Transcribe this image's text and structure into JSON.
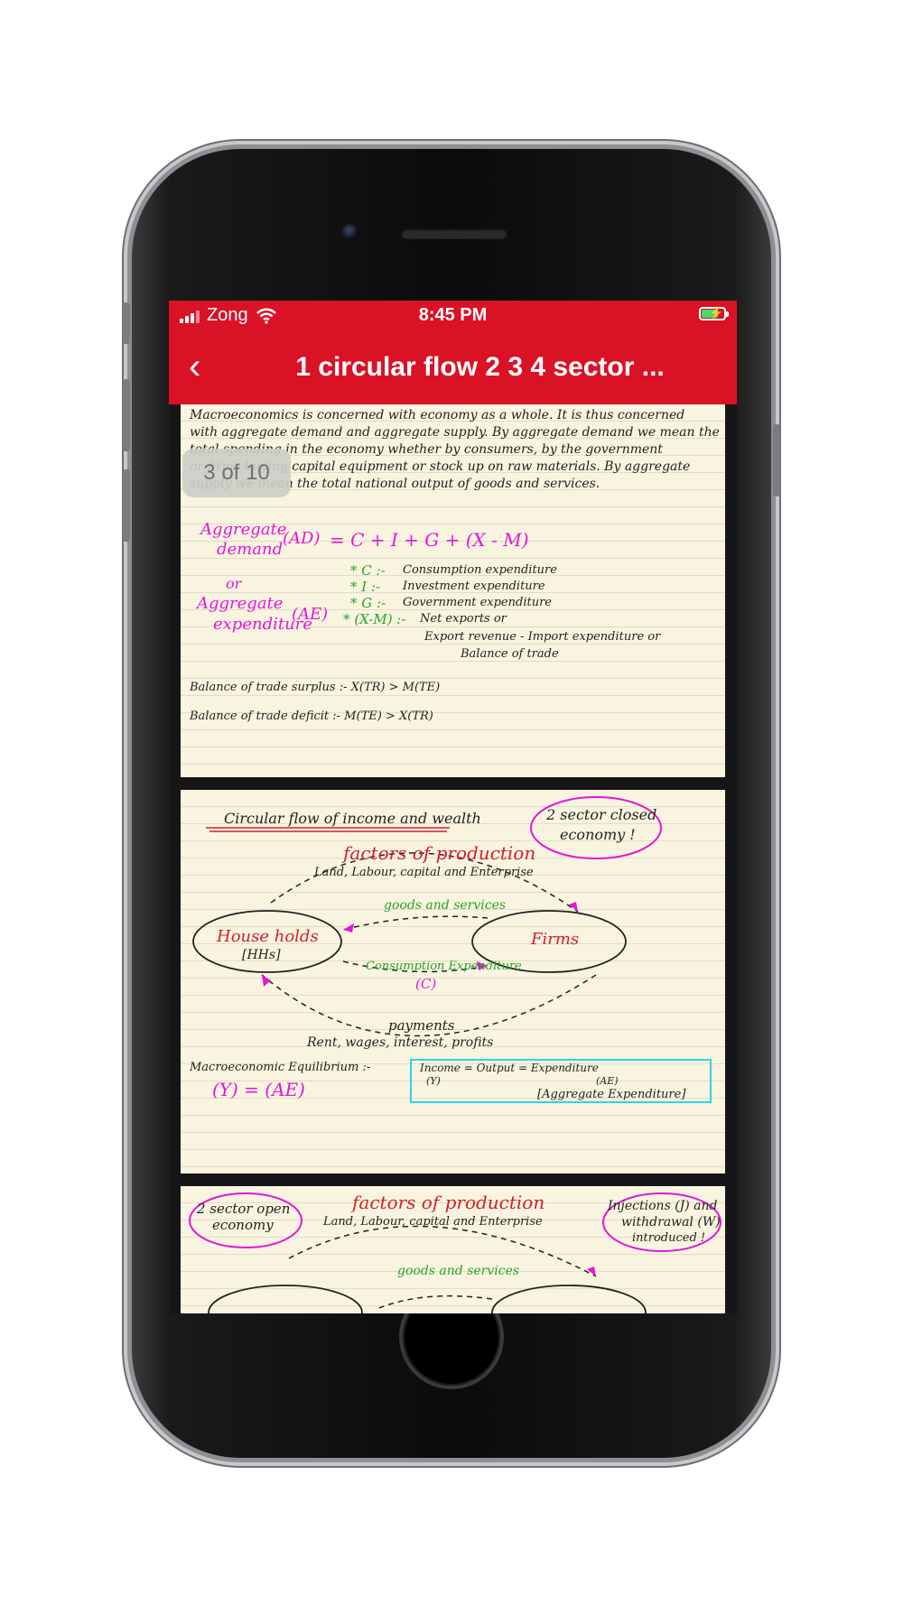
{
  "status_bar": {
    "carrier": "Zong",
    "time": "8:45 PM"
  },
  "nav": {
    "back": "‹",
    "title": "1 circular flow 2 3 4 sector ..."
  },
  "page_indicator": "3 of 10",
  "page1": {
    "lines": [
      "Macroeconomics is concerned with economy as a whole. It is thus concerned",
      "with aggregate demand and aggregate supply. By aggregate demand we mean the",
      "total spending in the economy whether by consumers, by the government",
      "or firms buying capital equipment or stock up on raw materials. By aggregate",
      "supply we mean the total national output of goods and services."
    ],
    "ad_label_1": "Aggregate",
    "ad_label_2": "demand",
    "ad_abbr": "(AD)",
    "formula": "= C + I + G + (X - M)",
    "or": "or",
    "ae_label_1": "Aggregate",
    "ae_label_2": "expenditure",
    "ae_abbr": "(AE)",
    "terms": [
      {
        "key": "* C :-",
        "desc": "Consumption expenditure"
      },
      {
        "key": "* I :-",
        "desc": "Investment expenditure"
      },
      {
        "key": "* G :-",
        "desc": "Government expenditure"
      },
      {
        "key": "* (X-M) :-",
        "desc": "Net exports or"
      }
    ],
    "net_exports_1": "Export revenue - Import expenditure or",
    "net_exports_2": "Balance of trade",
    "surplus": "Balance of trade surplus :- X(TR) > M(TE)",
    "deficit": "Balance of trade deficit :- M(TE) > X(TR)"
  },
  "page2": {
    "heading": "Circular flow of income and wealth",
    "bubble_1": "2 sector closed",
    "bubble_2": "economy !",
    "factors": "factors of production",
    "factors_sub": "Land, Labour, capital and Enterprise",
    "goods": "goods and services",
    "households": "House holds",
    "hhs": "[HHs]",
    "firms": "Firms",
    "consumption": "Consumption Expenditure",
    "c": "(C)",
    "payments": "payments",
    "payments_sub": "Rent, wages, interest, profits",
    "equilibrium": "Macroeconomic Equilibrium :-",
    "y_ae": "(Y) = (AE)",
    "box_line": "Income = Output = Expenditure",
    "box_y": "(Y)",
    "box_ae": "(AE)",
    "box_agg": "[Aggregate Expenditure]"
  },
  "page3": {
    "bubble_left_1": "2 sector open",
    "bubble_left_2": "economy",
    "factors": "factors of production",
    "factors_sub": "Land, Labour, capital and Enterprise",
    "bubble_right_1": "Injections (J) and",
    "bubble_right_2": "withdrawal (W)",
    "bubble_right_3": "introduced !",
    "goods": "goods and services"
  }
}
